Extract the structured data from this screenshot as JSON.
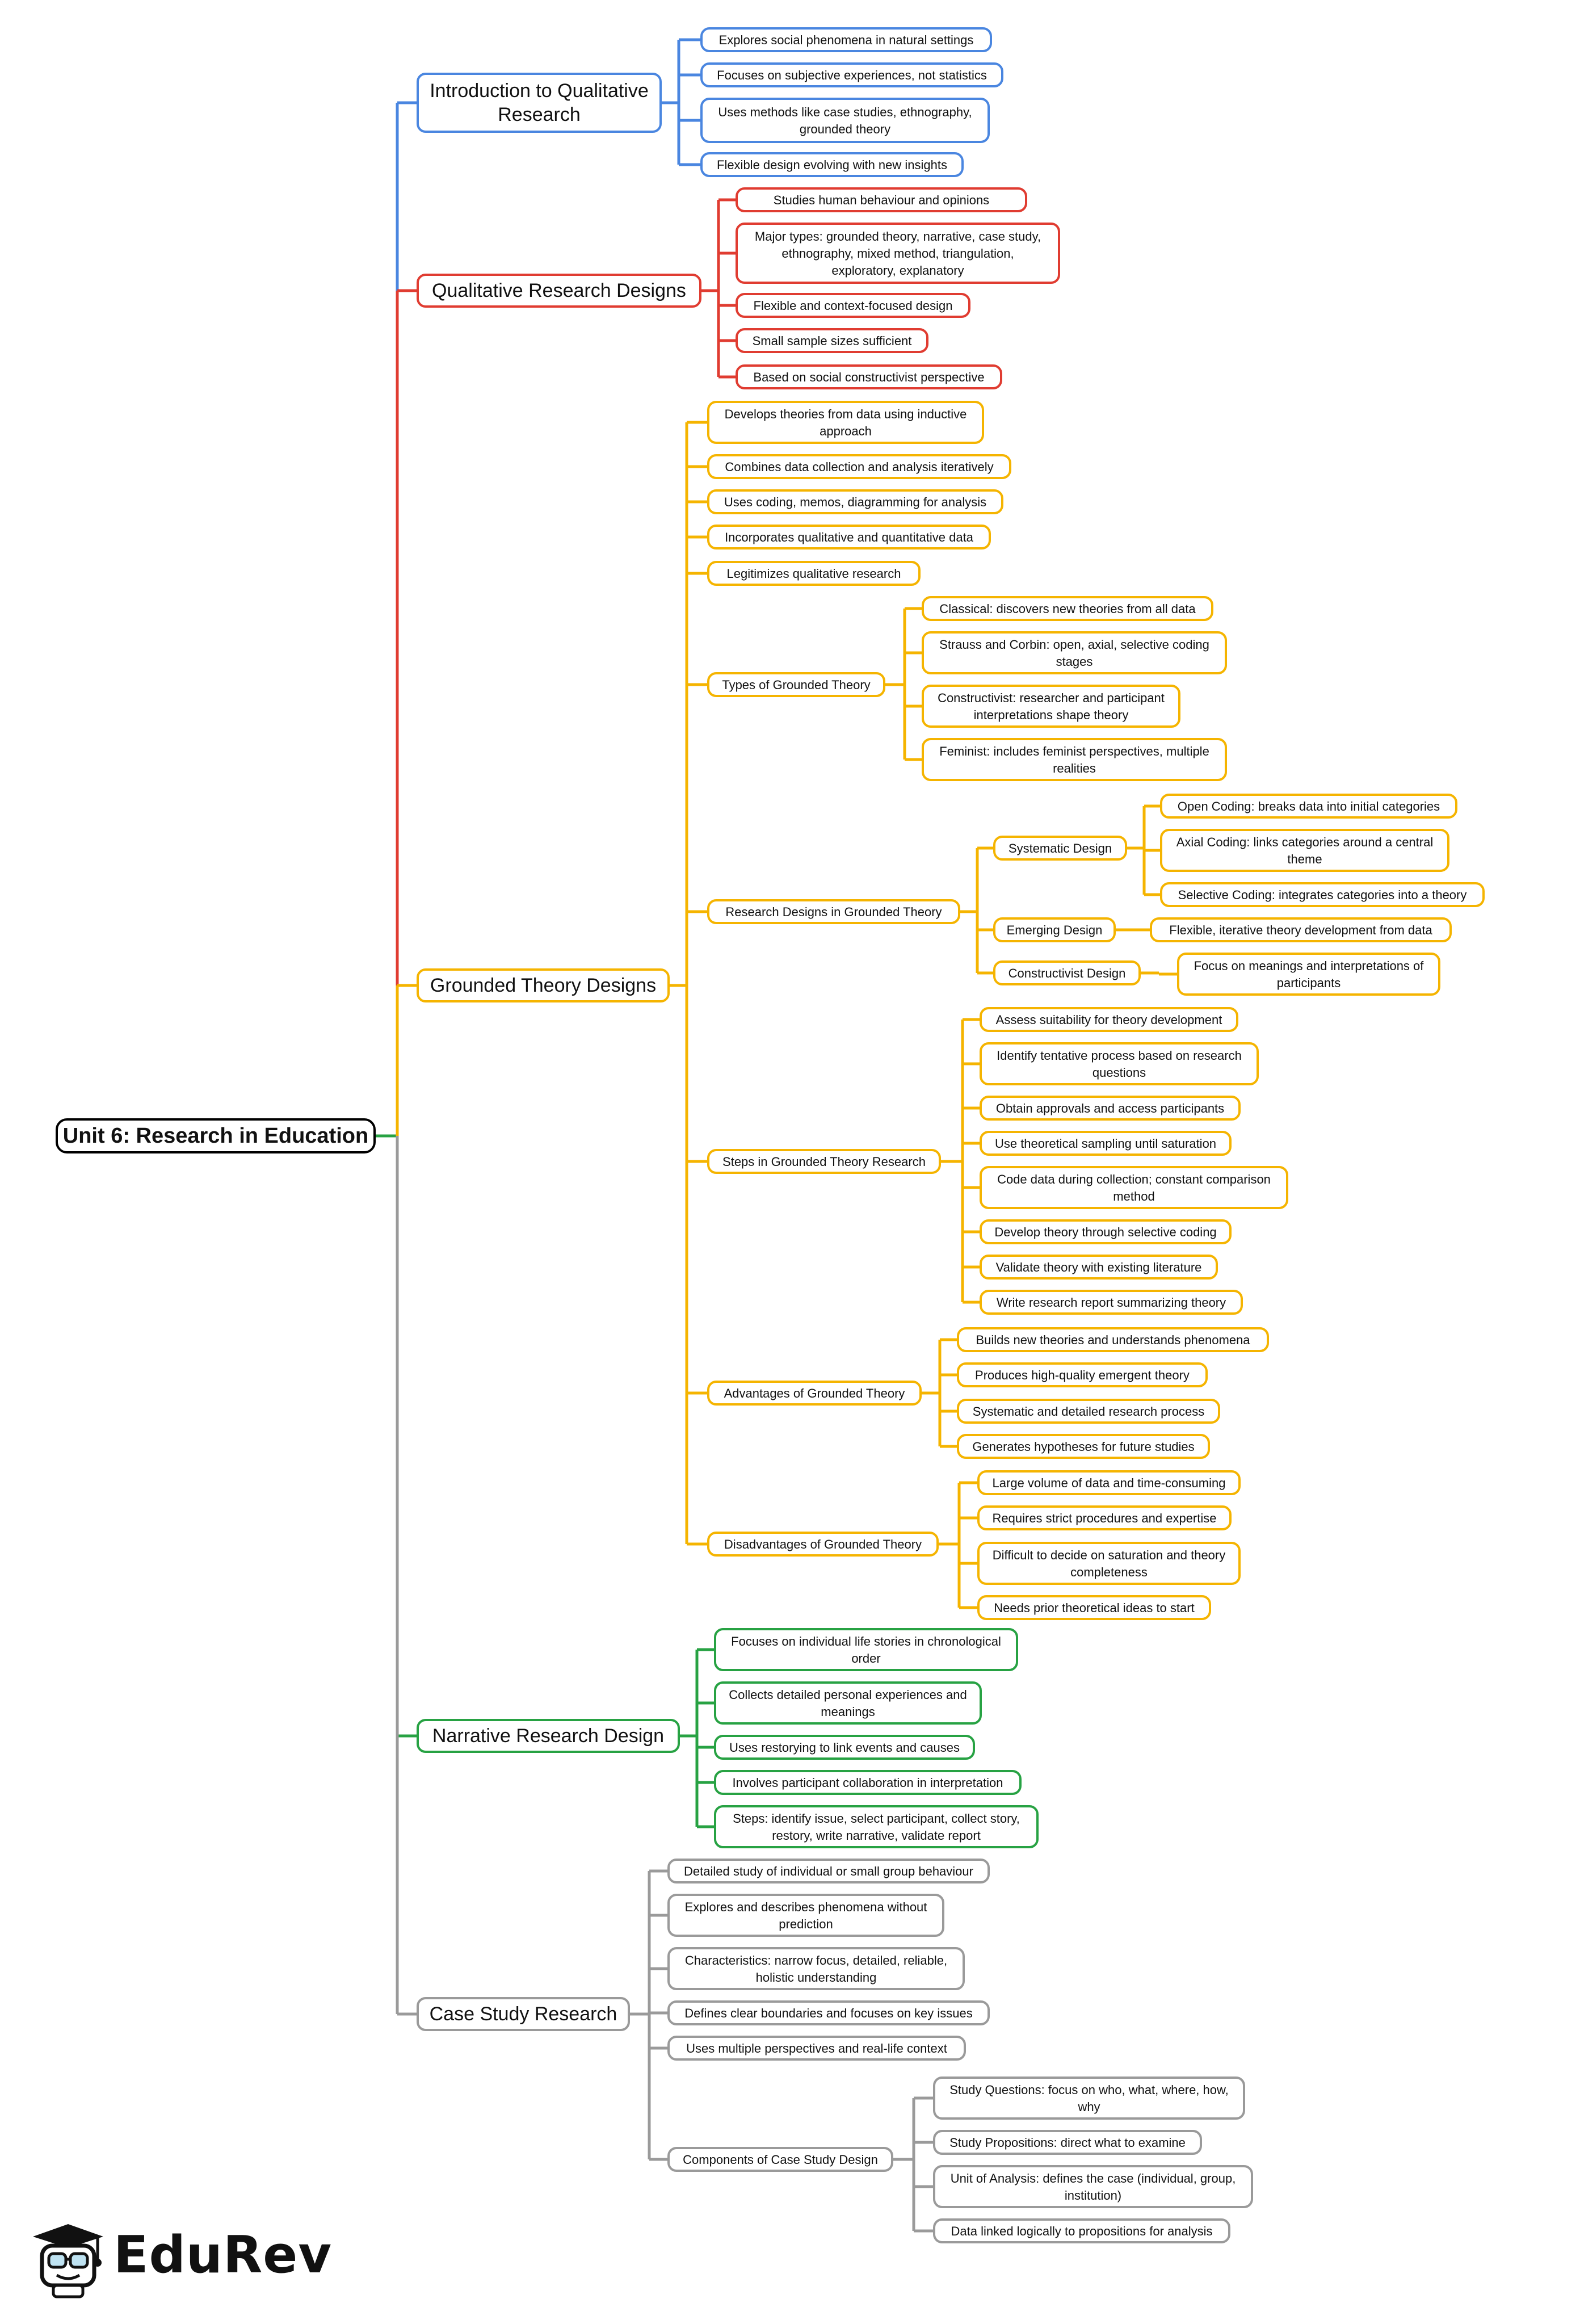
{
  "colors": {
    "root_fill": "#000000",
    "root_text": "#ffffff",
    "blue": "#4a86e0",
    "red": "#e03c31",
    "yellow": "#f5b400",
    "green": "#27a243",
    "gray": "#9a9a9a"
  },
  "brand": {
    "name": "EduRev",
    "icon": "graduation-cap-robot-icon"
  },
  "tree": {
    "id": "root",
    "label": "Unit 6: Research in Education",
    "children": [
      {
        "id": "intro",
        "label": "Introduction to Qualitative\nResearch",
        "color": "blue",
        "children": [
          {
            "id": "intro-1",
            "label": "Explores social phenomena in natural settings"
          },
          {
            "id": "intro-2",
            "label": "Focuses on subjective experiences, not statistics"
          },
          {
            "id": "intro-3",
            "label": "Uses methods like case studies, ethnography,\ngrounded theory"
          },
          {
            "id": "intro-4",
            "label": "Flexible design evolving with new insights"
          }
        ]
      },
      {
        "id": "qual",
        "label": "Qualitative Research Designs",
        "color": "red",
        "children": [
          {
            "id": "qual-1",
            "label": "Studies human behaviour and opinions"
          },
          {
            "id": "qual-2",
            "label": "Major types: grounded theory, narrative, case study,\nethnography, mixed method, triangulation,\nexploratory, explanatory"
          },
          {
            "id": "qual-3",
            "label": "Flexible and context-focused design"
          },
          {
            "id": "qual-4",
            "label": "Small sample sizes sufficient"
          },
          {
            "id": "qual-5",
            "label": "Based on social constructivist perspective"
          }
        ]
      },
      {
        "id": "gt",
        "label": "Grounded Theory Designs",
        "color": "yellow",
        "children": [
          {
            "id": "gt-1",
            "label": "Develops theories from data using inductive\napproach"
          },
          {
            "id": "gt-2",
            "label": "Combines data collection and analysis iteratively"
          },
          {
            "id": "gt-3",
            "label": "Uses coding, memos, diagramming for analysis"
          },
          {
            "id": "gt-4",
            "label": "Incorporates qualitative and quantitative data"
          },
          {
            "id": "gt-5",
            "label": "Legitimizes qualitative research"
          },
          {
            "id": "gt-types",
            "label": "Types of Grounded Theory",
            "children": [
              {
                "id": "gt-types-1",
                "label": "Classical: discovers new theories from all data"
              },
              {
                "id": "gt-types-2",
                "label": "Strauss and Corbin: open, axial, selective coding\nstages"
              },
              {
                "id": "gt-types-3",
                "label": "Constructivist: researcher and participant\ninterpretations shape theory"
              },
              {
                "id": "gt-types-4",
                "label": "Feminist: includes feminist perspectives, multiple\nrealities"
              }
            ]
          },
          {
            "id": "gt-rd",
            "label": "Research Designs in Grounded Theory",
            "children": [
              {
                "id": "gt-rd-sys",
                "label": "Systematic Design",
                "children": [
                  {
                    "id": "gt-rd-sys-1",
                    "label": "Open Coding: breaks data into initial categories"
                  },
                  {
                    "id": "gt-rd-sys-2",
                    "label": "Axial Coding: links categories around a central\ntheme"
                  },
                  {
                    "id": "gt-rd-sys-3",
                    "label": "Selective Coding: integrates categories into a theory"
                  }
                ]
              },
              {
                "id": "gt-rd-em",
                "label": "Emerging Design",
                "children": [
                  {
                    "id": "gt-rd-em-1",
                    "label": "Flexible, iterative theory development from data"
                  }
                ]
              },
              {
                "id": "gt-rd-con",
                "label": "Constructivist Design",
                "children": [
                  {
                    "id": "gt-rd-con-1",
                    "label": "Focus on meanings and interpretations of\nparticipants"
                  }
                ]
              }
            ]
          },
          {
            "id": "gt-steps",
            "label": "Steps in Grounded Theory Research",
            "children": [
              {
                "id": "gt-steps-1",
                "label": "Assess suitability for theory development"
              },
              {
                "id": "gt-steps-2",
                "label": "Identify tentative process based on research\nquestions"
              },
              {
                "id": "gt-steps-3",
                "label": "Obtain approvals and access participants"
              },
              {
                "id": "gt-steps-4",
                "label": "Use theoretical sampling until saturation"
              },
              {
                "id": "gt-steps-5",
                "label": "Code data during collection; constant comparison\nmethod"
              },
              {
                "id": "gt-steps-6",
                "label": "Develop theory through selective coding"
              },
              {
                "id": "gt-steps-7",
                "label": "Validate theory with existing literature"
              },
              {
                "id": "gt-steps-8",
                "label": "Write research report summarizing theory"
              }
            ]
          },
          {
            "id": "gt-adv",
            "label": "Advantages of Grounded Theory",
            "children": [
              {
                "id": "gt-adv-1",
                "label": "Builds new theories and understands phenomena"
              },
              {
                "id": "gt-adv-2",
                "label": "Produces high-quality emergent theory"
              },
              {
                "id": "gt-adv-3",
                "label": "Systematic and detailed research process"
              },
              {
                "id": "gt-adv-4",
                "label": "Generates hypotheses for future studies"
              }
            ]
          },
          {
            "id": "gt-dis",
            "label": "Disadvantages of Grounded Theory",
            "children": [
              {
                "id": "gt-dis-1",
                "label": "Large volume of data and time-consuming"
              },
              {
                "id": "gt-dis-2",
                "label": "Requires strict procedures and expertise"
              },
              {
                "id": "gt-dis-3",
                "label": "Difficult to decide on saturation and theory\ncompleteness"
              },
              {
                "id": "gt-dis-4",
                "label": "Needs prior theoretical ideas to start"
              }
            ]
          }
        ]
      },
      {
        "id": "nar",
        "label": "Narrative Research Design",
        "color": "green",
        "children": [
          {
            "id": "nar-1",
            "label": "Focuses on individual life stories in chronological\norder"
          },
          {
            "id": "nar-2",
            "label": "Collects detailed personal experiences and\nmeanings"
          },
          {
            "id": "nar-3",
            "label": "Uses restorying to link events and causes"
          },
          {
            "id": "nar-4",
            "label": "Involves participant collaboration in interpretation"
          },
          {
            "id": "nar-5",
            "label": "Steps: identify issue, select participant, collect story,\nrestory, write narrative, validate report"
          }
        ]
      },
      {
        "id": "cs",
        "label": "Case Study Research",
        "color": "gray",
        "children": [
          {
            "id": "cs-1",
            "label": "Detailed study of individual or small group behaviour"
          },
          {
            "id": "cs-2",
            "label": "Explores and describes phenomena without\nprediction"
          },
          {
            "id": "cs-3",
            "label": "Characteristics: narrow focus, detailed, reliable,\nholistic understanding"
          },
          {
            "id": "cs-4",
            "label": "Defines clear boundaries and focuses on key issues"
          },
          {
            "id": "cs-5",
            "label": "Uses multiple perspectives and real-life context"
          },
          {
            "id": "cs-comp",
            "label": "Components of Case Study Design",
            "children": [
              {
                "id": "cs-comp-1",
                "label": "Study Questions: focus on who, what, where, how,\nwhy"
              },
              {
                "id": "cs-comp-2",
                "label": "Study Propositions: direct what to examine"
              },
              {
                "id": "cs-comp-3",
                "label": "Unit of Analysis: defines the case (individual, group,\ninstitution)"
              },
              {
                "id": "cs-comp-4",
                "label": "Data linked logically to propositions for analysis"
              }
            ]
          }
        ]
      }
    ]
  }
}
